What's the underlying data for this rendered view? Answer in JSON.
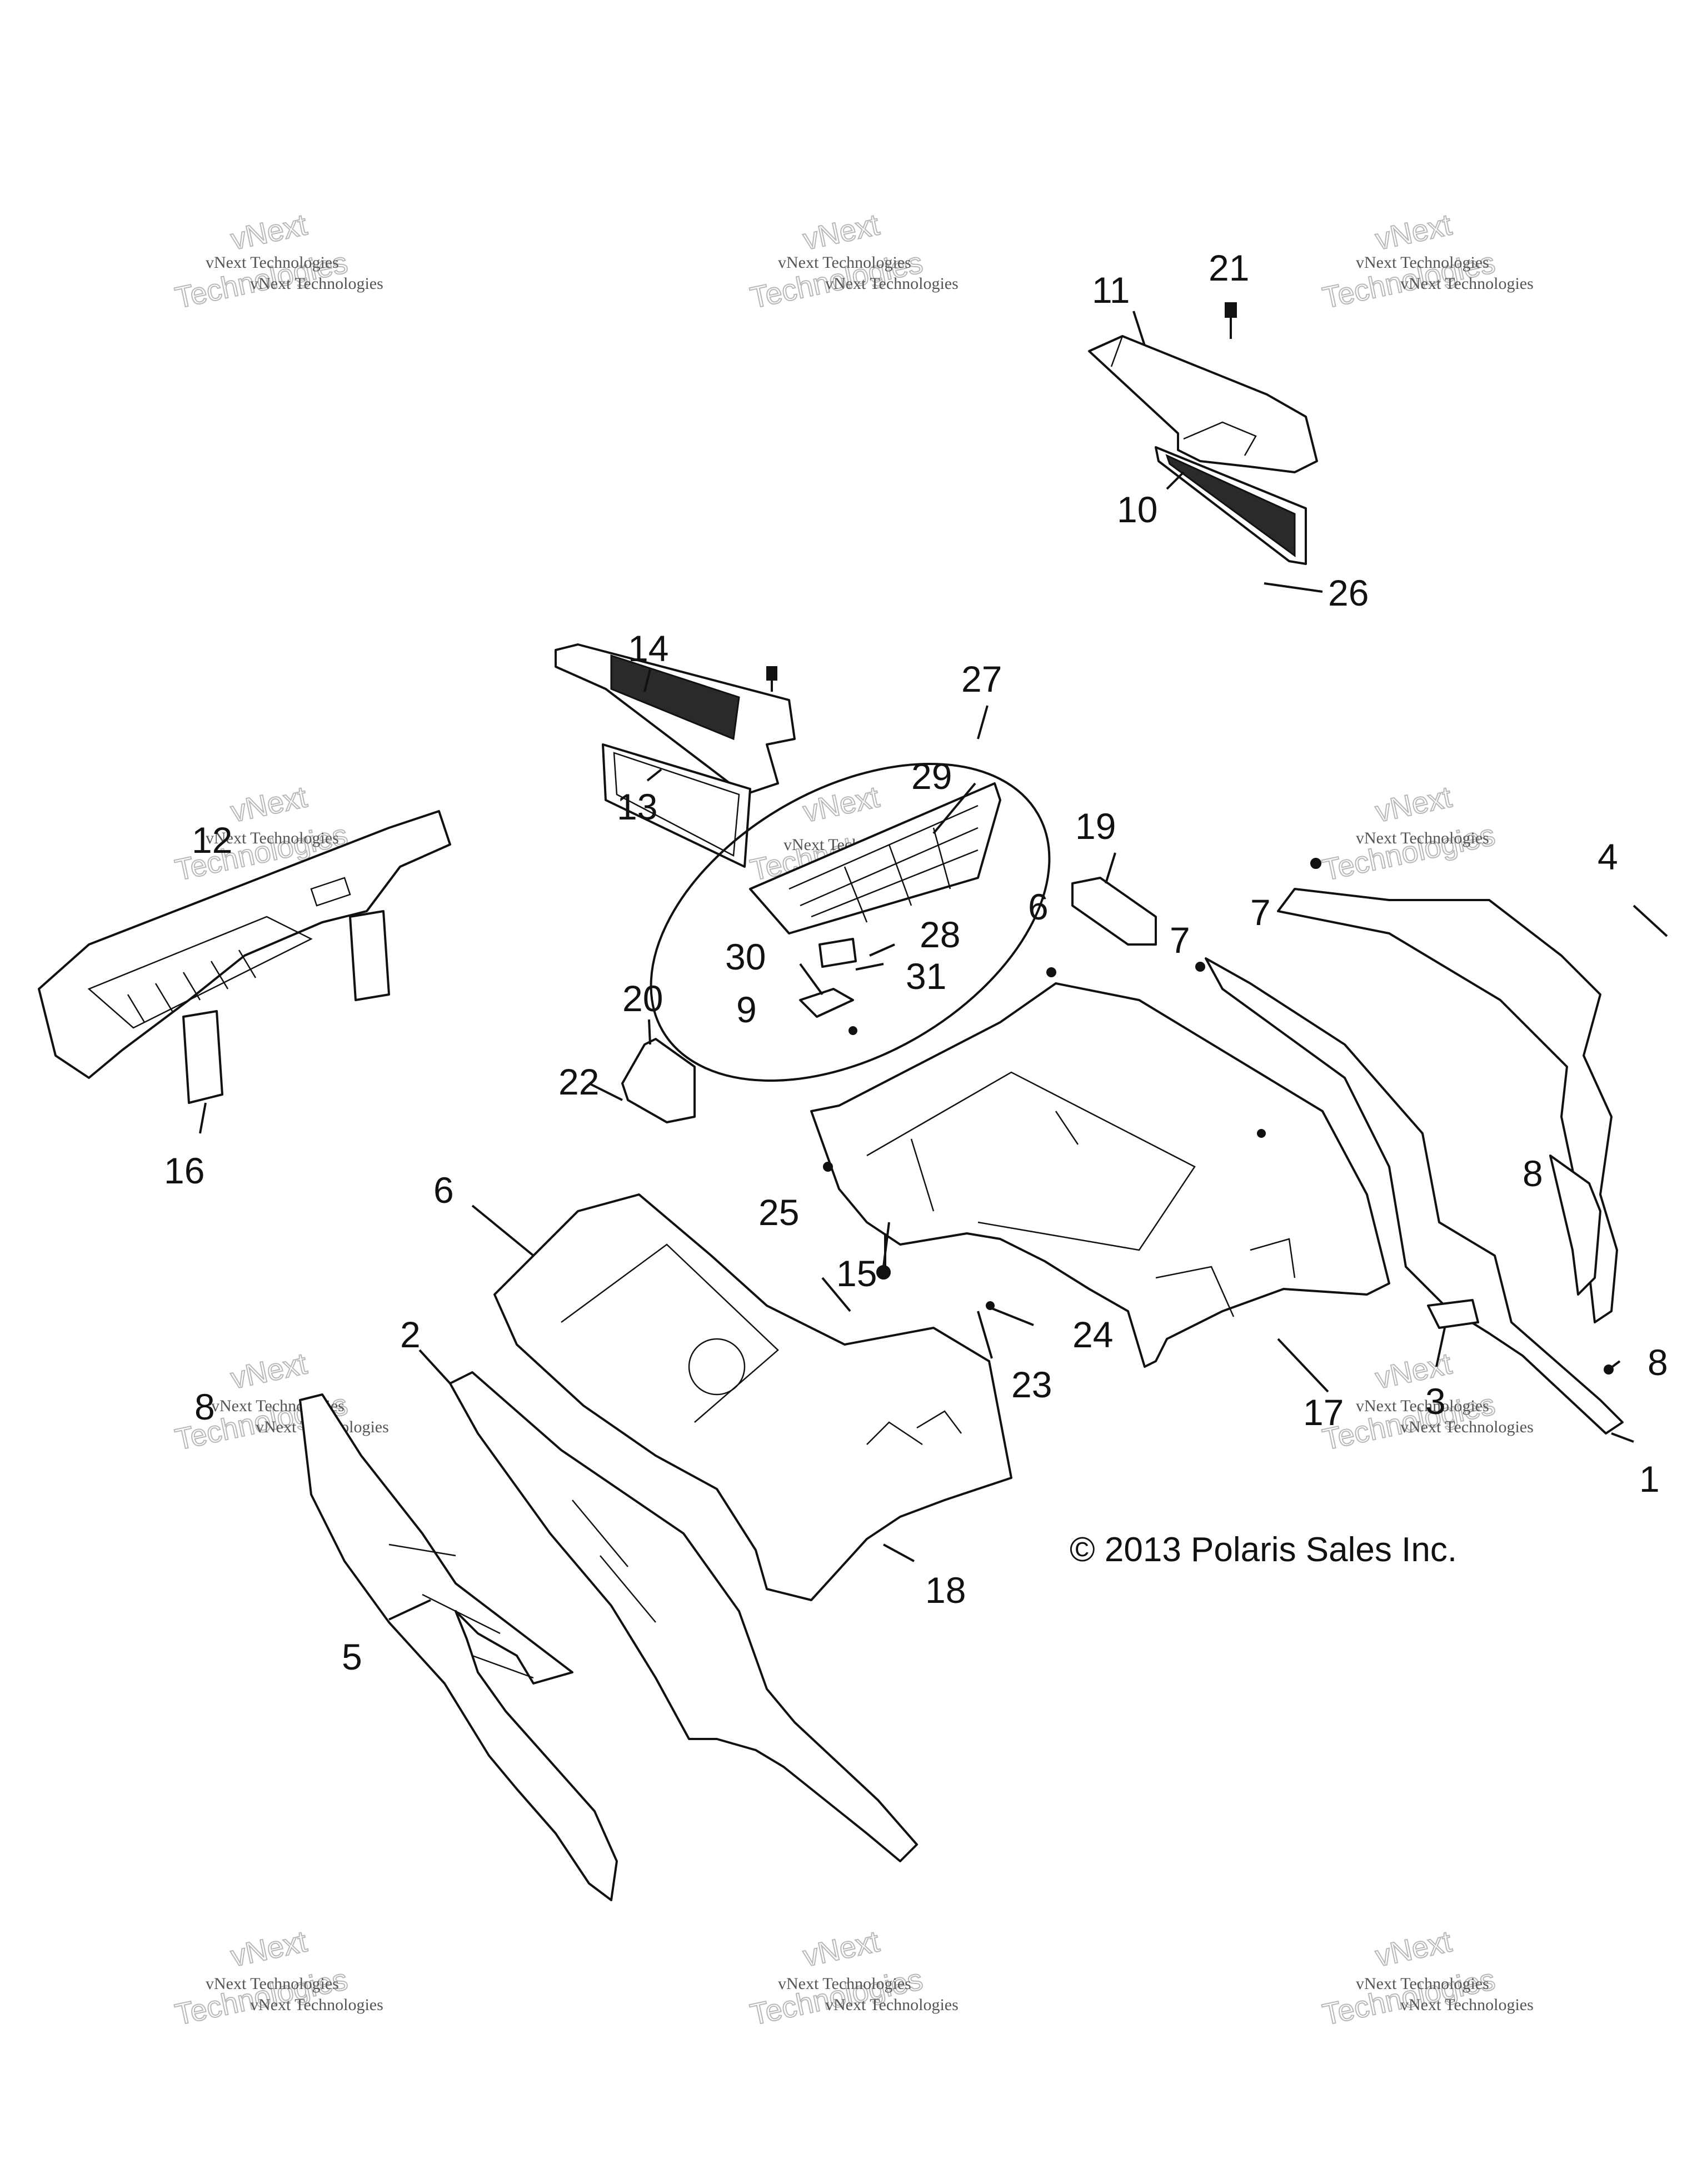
{
  "copyright": "© 2013 Polaris Sales Inc.",
  "watermark": {
    "line_small": "vNext Technologies",
    "line_big_1": "vNext",
    "line_big_2": "Technologies"
  },
  "callouts": {
    "c1": "1",
    "c2": "2",
    "c3": "3",
    "c4": "4",
    "c5": "5",
    "c6a": "6",
    "c6b": "6",
    "c7a": "7",
    "c7b": "7",
    "c8a": "8",
    "c8b": "8",
    "c8c": "8",
    "c9": "9",
    "c10": "10",
    "c11": "11",
    "c12": "12",
    "c13": "13",
    "c14": "14",
    "c15": "15",
    "c16": "16",
    "c17": "17",
    "c18": "18",
    "c19": "19",
    "c20": "20",
    "c21": "21",
    "c22": "22",
    "c23": "23",
    "c24": "24",
    "c25": "25",
    "c26": "26",
    "c27": "27",
    "c28": "28",
    "c29": "29",
    "c30": "30",
    "c31": "31"
  }
}
